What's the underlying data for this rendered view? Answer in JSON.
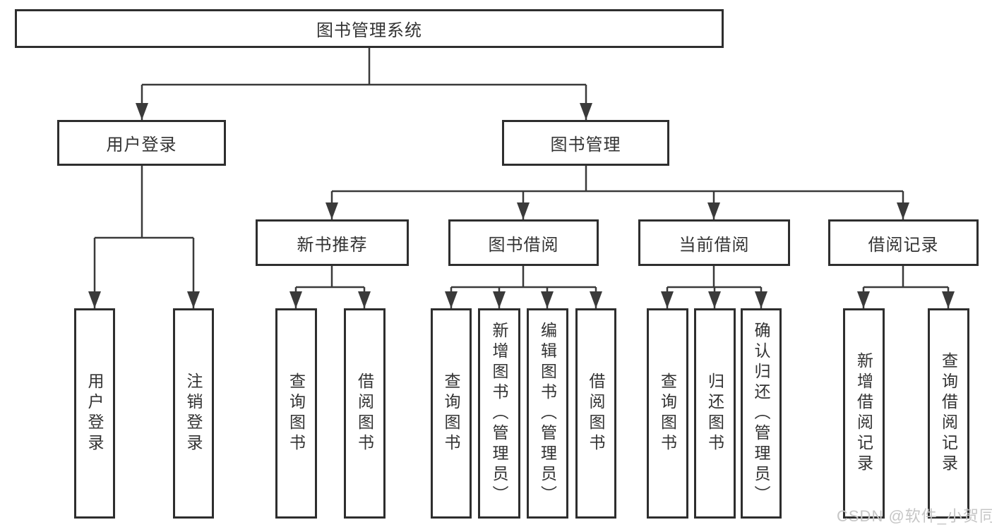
{
  "tree": {
    "root": {
      "label": "图书管理系统"
    },
    "branches": [
      {
        "label": "用户登录",
        "children": [
          {
            "label": "用户登录"
          },
          {
            "label": "注销登录"
          }
        ]
      },
      {
        "label": "图书管理",
        "groups": [
          {
            "label": "新书推荐",
            "children": [
              {
                "label": "查询图书"
              },
              {
                "label": "借阅图书"
              }
            ]
          },
          {
            "label": "图书借阅",
            "children": [
              {
                "label": "查询图书"
              },
              {
                "label": "新增图书（管理员）"
              },
              {
                "label": "编辑图书（管理员）"
              },
              {
                "label": "借阅图书"
              }
            ]
          },
          {
            "label": "当前借阅",
            "children": [
              {
                "label": "查询图书"
              },
              {
                "label": "归还图书"
              },
              {
                "label": "确认归还（管理员）"
              }
            ]
          },
          {
            "label": "借阅记录",
            "children": [
              {
                "label": "新增借阅记录"
              },
              {
                "label": "查询借阅记录"
              }
            ]
          }
        ]
      }
    ]
  },
  "watermark": "CSDN @软件_小贺同学",
  "colors": {
    "line": "#3a3a3a",
    "box_border": "#2e2e2e",
    "text": "#333333",
    "background": "#ffffff",
    "watermark": "#c6c6c6"
  }
}
